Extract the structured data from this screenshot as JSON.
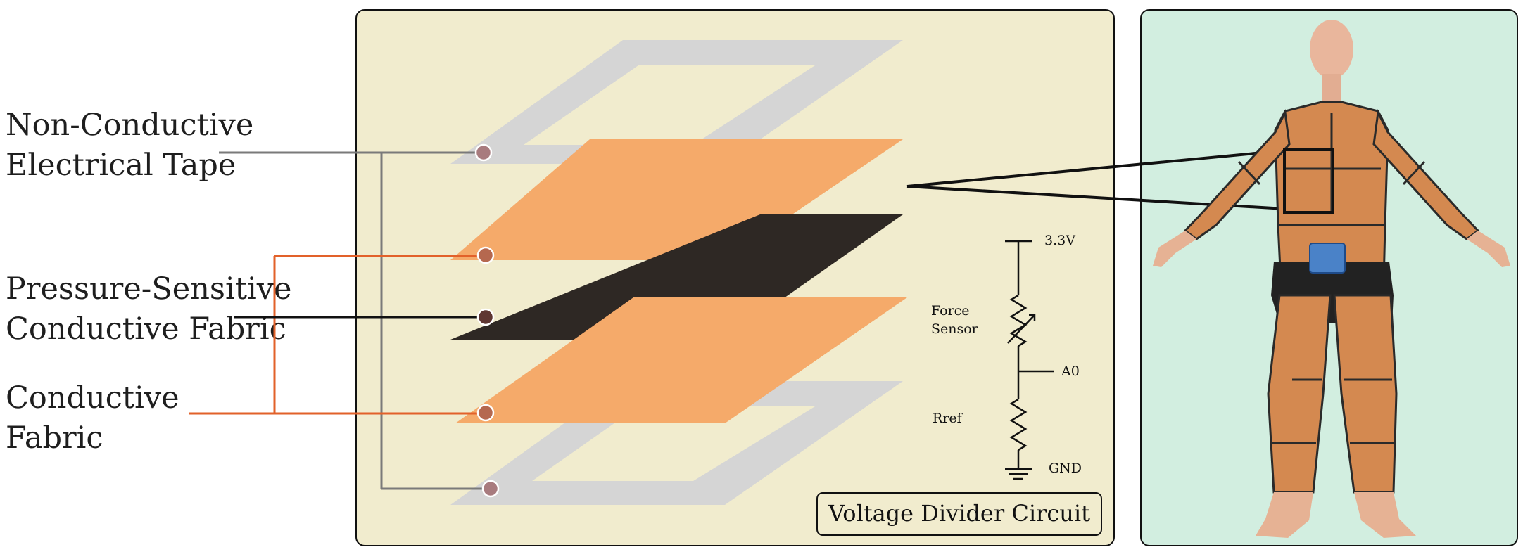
{
  "labels": {
    "tape": [
      "Non-Conductive",
      "Electrical Tape"
    ],
    "pressure": [
      "Pressure-Sensitive",
      "Conductive Fabric"
    ],
    "conductive": [
      "Conductive",
      "Fabric"
    ]
  },
  "circuit": {
    "supply": "3.3V",
    "force_sensor": [
      "Force",
      "Sensor"
    ],
    "analog_pin": "A0",
    "reference_resistor": "Rref",
    "ground": "GND",
    "title": "Voltage Divider Circuit"
  },
  "colors": {
    "panel_left": "#f1ecce",
    "panel_right": "#d2eee0",
    "tape": "#d5d5d5",
    "conductive_fabric": "#f5aa6a",
    "pressure_fabric": "#2e2824",
    "wire_grey": "#7a7a7a",
    "wire_orange": "#e2612a",
    "wire_black": "#111111"
  }
}
